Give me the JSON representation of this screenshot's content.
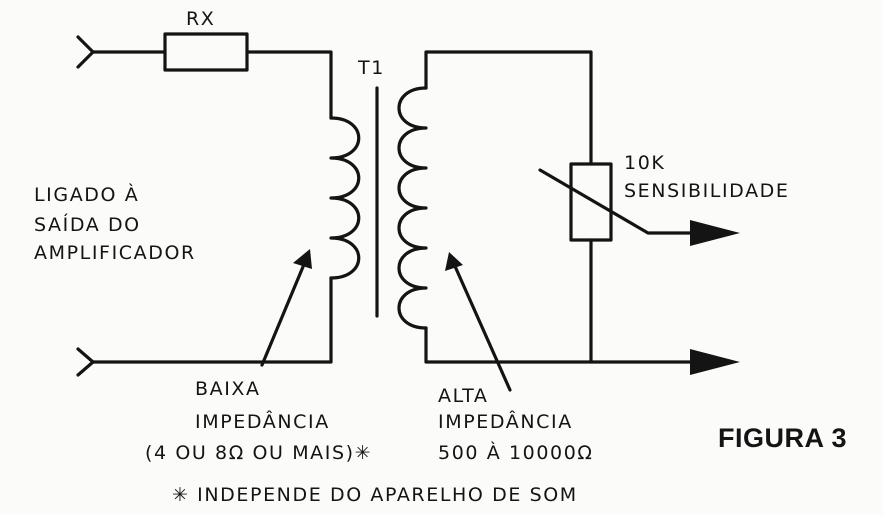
{
  "labels": {
    "resistor_rx": "RX",
    "transformer_t1": "T1",
    "pot_value": "10K",
    "pot_name": "SENSIBILIDADE",
    "input_line1": "LIGADO À",
    "input_line2": "SAÍDA DO",
    "input_line3": "AMPLIFICADOR",
    "low_line1": "BAIXA",
    "low_line2": "IMPEDÂNCIA",
    "low_line3": "(4 OU 8Ω OU MAIS)✳",
    "high_line1": "ALTA",
    "high_line2": "IMPEDÂNCIA",
    "high_line3": "500 À 10000Ω",
    "footnote": "✳ INDEPENDE DO APARELHO DE SOM",
    "figure": "FIGURA 3"
  },
  "colors": {
    "ink": "#141414",
    "paper": "#fbfbf9"
  }
}
